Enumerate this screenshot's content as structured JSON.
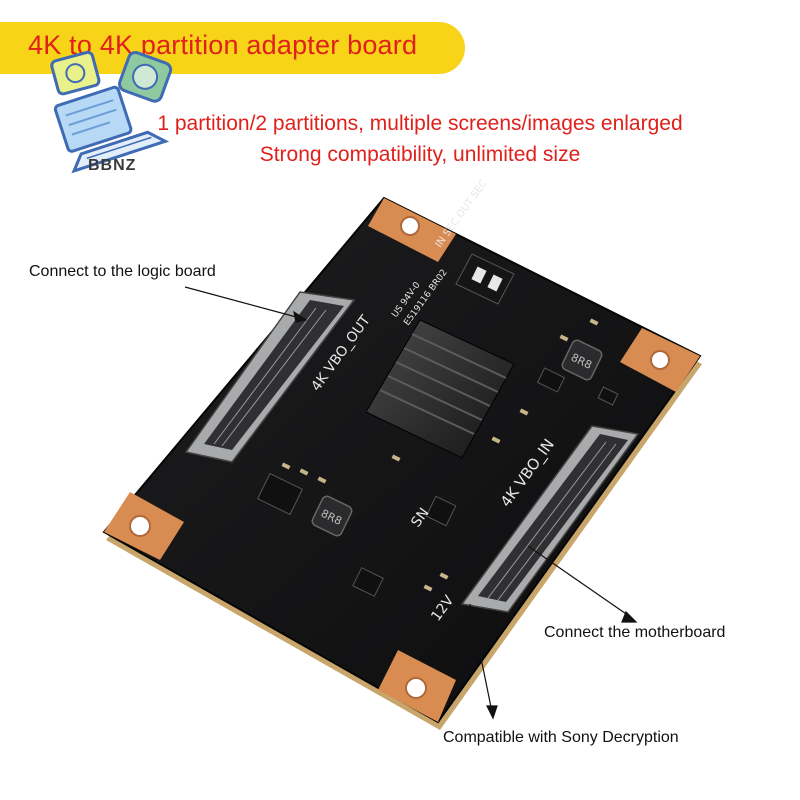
{
  "banner": {
    "title": "4K to 4K partition adapter board",
    "color": "#f7d417",
    "text_color": "#e0201b"
  },
  "subtitle": {
    "line1": "1 partition/2 partitions, multiple screens/images enlarged",
    "line2": "Strong compatibility, unlimited size"
  },
  "logo": {
    "text": "BBNZ",
    "icon": "laptop-and-tiles-logo"
  },
  "callouts": {
    "logic_board": "Connect to the logic board",
    "motherboard": "Connect the motherboard",
    "sony": "Compatible with Sony Decryption"
  },
  "board_labels": {
    "out_connector": "4K VBO_OUT",
    "in_connector": "4K VBO_IN",
    "switch": "IN SEC OUT SEC",
    "voltage": "12V",
    "sn": "SN",
    "model": "US 94V-0",
    "part": "E519116 BR02"
  }
}
